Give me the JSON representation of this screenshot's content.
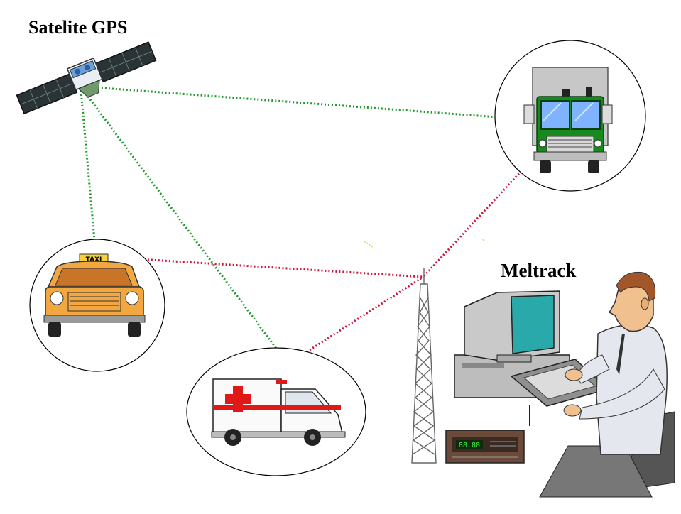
{
  "labels": {
    "satellite": "Satelite GPS",
    "tracker": "Meltrack",
    "taxi_sign": "TAXI",
    "radio_display": "88.88"
  },
  "colors": {
    "satellite_link": "#1f9a2a",
    "radio_link": "#d2143c",
    "taxi_body": "#f2a741",
    "truck_cab": "#178a1e",
    "ambulance_cross": "#e01818",
    "monitor_screen": "#29a9a9"
  }
}
